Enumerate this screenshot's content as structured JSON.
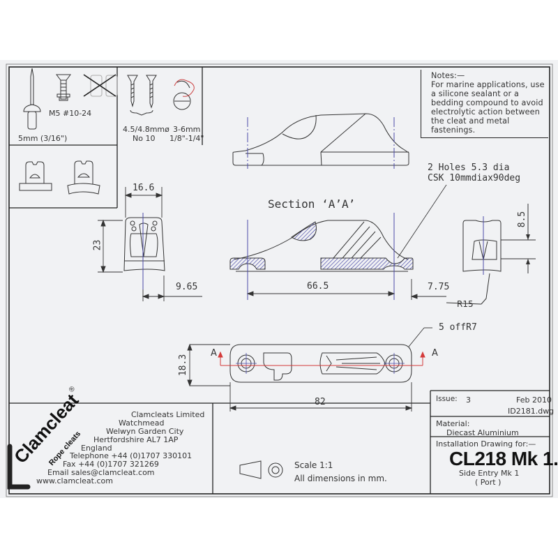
{
  "fasteners": {
    "rivet_label": "5mm (3/16\")",
    "bolt_label": "M5 #10-24",
    "screw_label_1": "4.5/4.8mmø",
    "screw_label_2": "No 10",
    "rope_label_1": "3-6mm",
    "rope_label_2": "1/8\"-1/4\""
  },
  "notes": {
    "title": "Notes:—",
    "lines": [
      "For marine applications, use",
      "a silicone sealant or a",
      "bedding compound to avoid",
      "electrolytic action between",
      "the cleat and metal",
      "fastenings."
    ]
  },
  "annotations": {
    "holes_line_1": "2 Holes 5.3 dia",
    "holes_line_2": "CSK 10mmdiax90deg",
    "section_label": "Section ‘A’A’",
    "radius_r15": "R15",
    "radius_r7": "5 offR7",
    "section_marker_left": "A",
    "section_marker_right": "A"
  },
  "dimensions": {
    "width_end": "16.6",
    "height_end": "23",
    "offset_left": "9.65",
    "hole_spacing": "66.5",
    "offset_right": "7.75",
    "jaw_height": "8.5",
    "plan_width": "18.3",
    "overall_length": "82"
  },
  "company": {
    "brand": "Clamcleat",
    "brand_mark": "®",
    "tagline": "Rope cleats",
    "name": "Clamcleats Limited",
    "address_1": "Watchmead",
    "address_2": "Welwyn Garden City",
    "address_3": "Hertfordshire AL7 1AP",
    "country": "England",
    "telephone": "Telephone +44 (0)1707 330101",
    "fax": "Fax +44 (0)1707 321269",
    "email": "Email sales@clamcleat.com",
    "website": "www.clamcleat.com"
  },
  "scale": {
    "scale_text": "Scale 1:1",
    "units_text": "All dimensions in mm."
  },
  "title_block": {
    "issue_label": "Issue:",
    "issue_value": "3",
    "date": "Feb 2010",
    "file": "ID2181.dwg",
    "material_label": "Material:",
    "material_value": "Diecast Aluminium",
    "drawing_for": "Installation Drawing for:—",
    "part_number": "CL218 Mk 1.",
    "description": "Side Entry Mk 1",
    "side": "( Port )"
  },
  "colors": {
    "line": "#2a2a2a",
    "centerline": "#4a4aa8",
    "section_line": "#d43a3a",
    "hatch": "#4a4aa8",
    "paper": "#f1f2f4"
  }
}
